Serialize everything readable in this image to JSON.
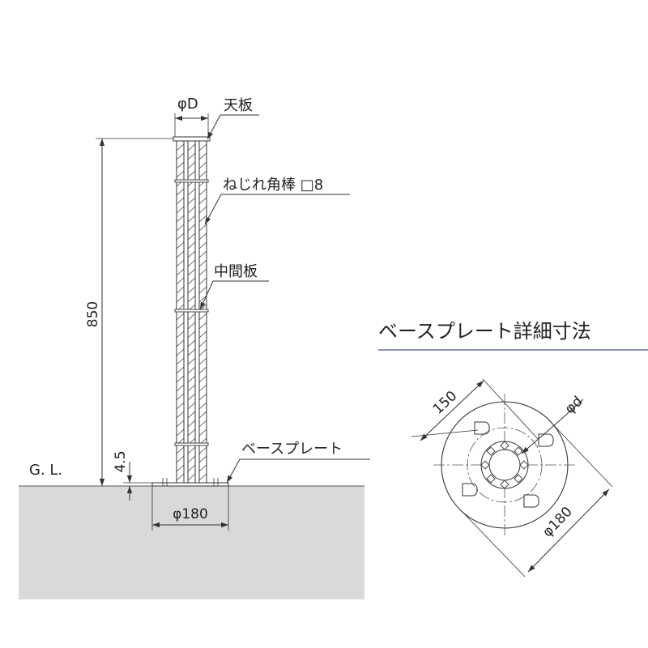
{
  "elevation": {
    "labels": {
      "diameter_d": "φD",
      "top_plate": "天板",
      "twisted_bar": "ねじれ角棒 □8",
      "middle_plate": "中間板",
      "base_plate": "ベースプレート",
      "ground_line": "G. L."
    },
    "dimensions": {
      "height": "850",
      "base_thickness": "4.5",
      "base_diameter": "φ180"
    }
  },
  "detail": {
    "title": "ベースプレート詳細寸法",
    "dimensions": {
      "hole_pitch": "150",
      "bolt_diameter": "φd",
      "plate_diameter": "φ180"
    }
  },
  "colors": {
    "ground_fill": "#d9d9d9",
    "title_underline": "#6a6fa3",
    "line": "#333333"
  }
}
